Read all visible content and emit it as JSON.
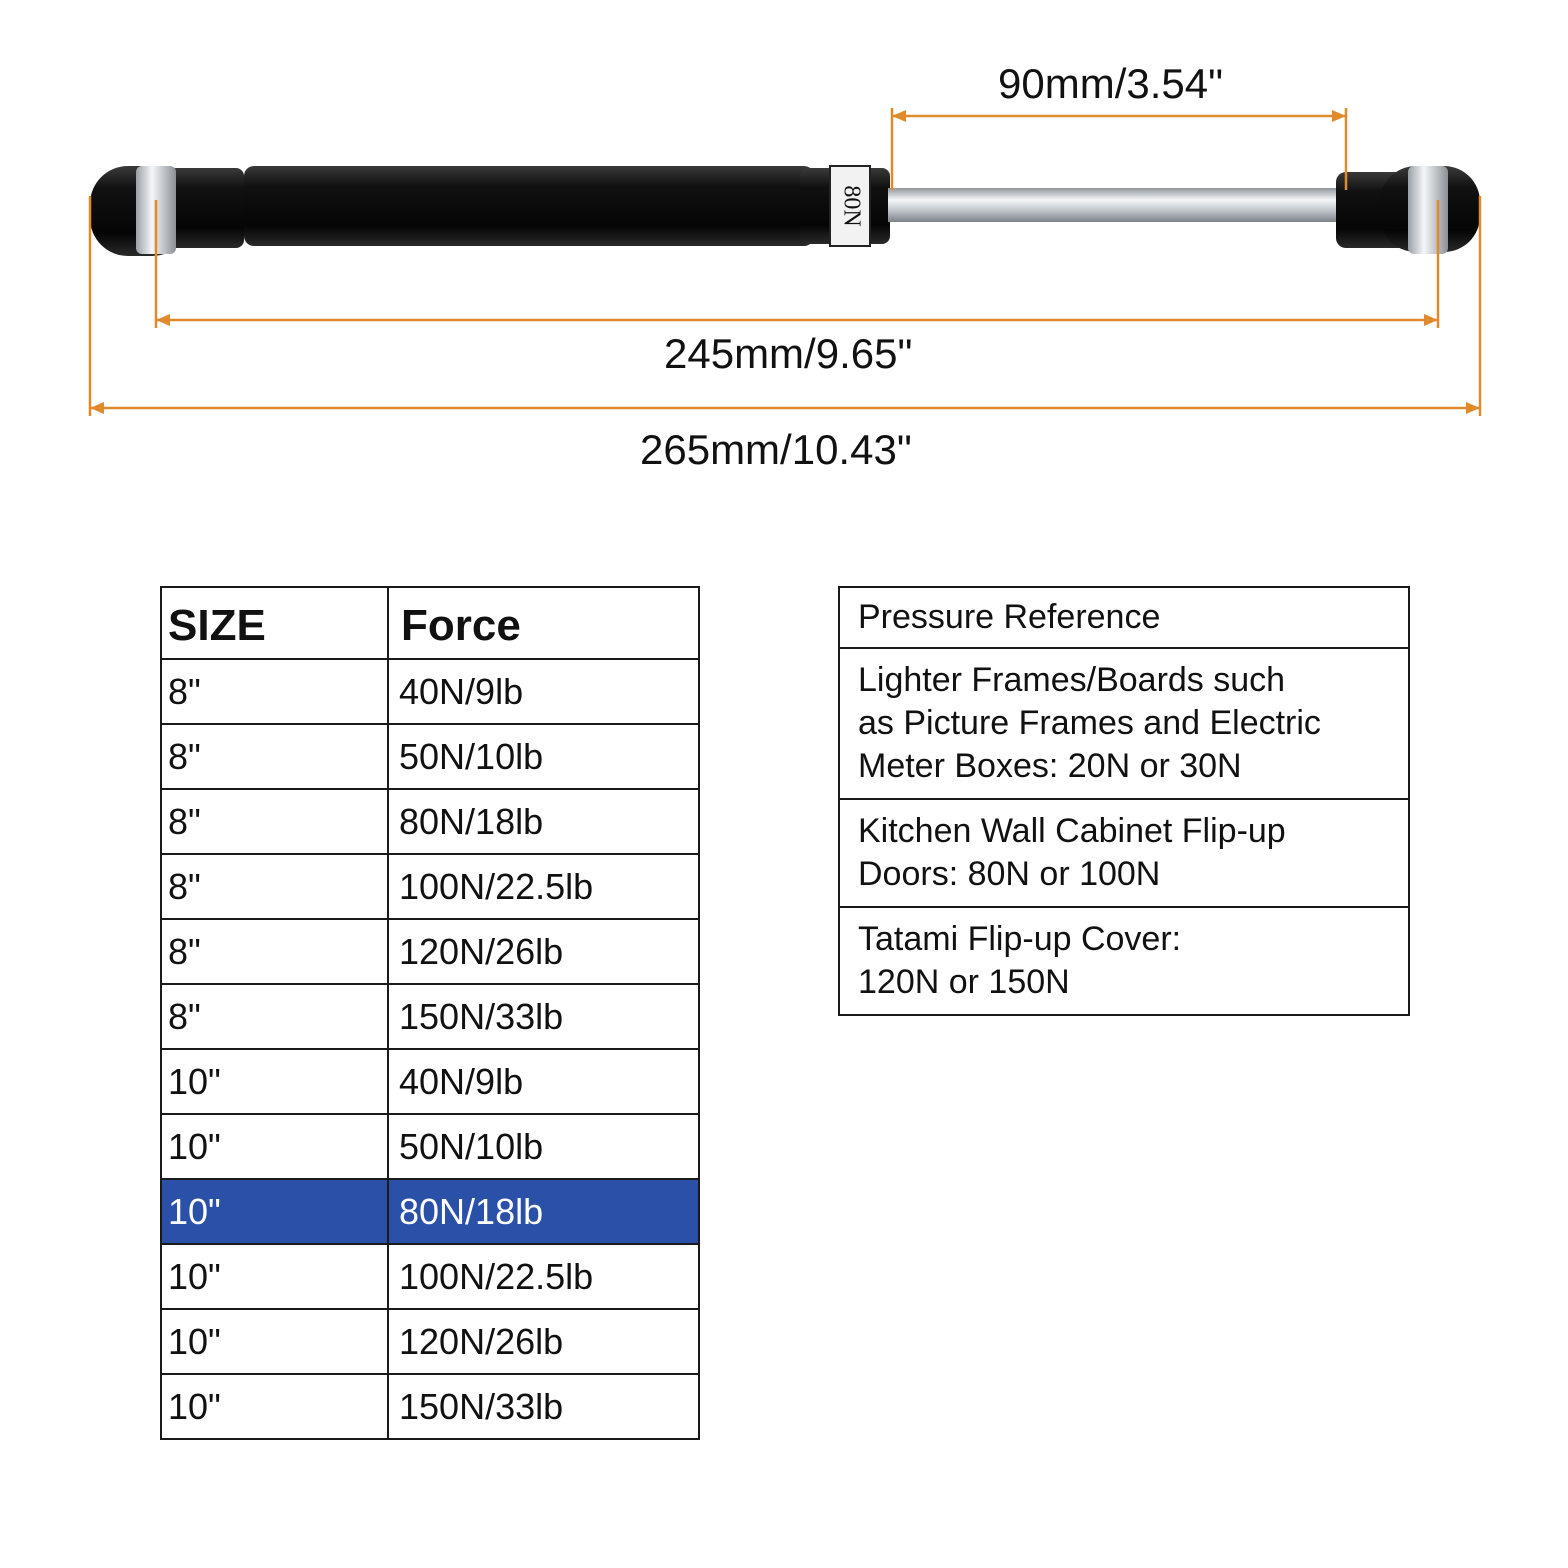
{
  "dimensions": {
    "stroke_length": "90mm/3.54\"",
    "center_length": "245mm/9.65\"",
    "total_length": "265mm/10.43\""
  },
  "cylinder_label": "80N",
  "colors": {
    "dimension_line": "#e08a2c",
    "highlight_row": "#2a50a8",
    "cylinder": "#111111",
    "rod": "#c8ccd0"
  },
  "size_table": {
    "headers": [
      "SIZE",
      "Force"
    ],
    "highlight_index": 8,
    "rows": [
      [
        "8\"",
        "40N/9lb"
      ],
      [
        "8\"",
        "50N/10lb"
      ],
      [
        "8\"",
        "80N/18lb"
      ],
      [
        "8\"",
        "100N/22.5lb"
      ],
      [
        "8\"",
        "120N/26lb"
      ],
      [
        "8\"",
        "150N/33lb"
      ],
      [
        "10\"",
        "40N/9lb"
      ],
      [
        "10\"",
        "50N/10lb"
      ],
      [
        "10\"",
        "80N/18lb"
      ],
      [
        "10\"",
        "100N/22.5lb"
      ],
      [
        "10\"",
        "120N/26lb"
      ],
      [
        "10\"",
        "150N/33lb"
      ]
    ]
  },
  "pressure_reference": {
    "title": "Pressure Reference",
    "items": [
      [
        "Lighter Frames/Boards such",
        "as Picture Frames and Electric",
        "Meter Boxes: 20N or 30N"
      ],
      [
        "Kitchen Wall Cabinet Flip-up",
        "Doors: 80N or 100N"
      ],
      [
        "Tatami Flip-up Cover:",
        "120N or 150N"
      ]
    ]
  }
}
